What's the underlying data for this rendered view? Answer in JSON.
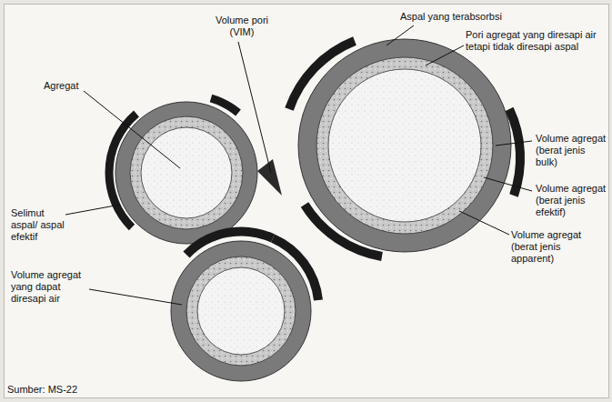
{
  "diagram": {
    "labels": [
      "Volume pori (VIM)",
      "Aspal yang terabsorbsi",
      "Pori agregat yang diresapi air tetapi tidak diresapi aspal",
      "Agregat",
      "Volume agregat (berat jenis bulk)",
      "Volume agregat (berat jenis efektif)",
      "Selimut aspal/ aspal efektif",
      "Volume agregat (berat jenis apparent)",
      "Volume agregat yang dapat diresapi air",
      "Sumber: MS-22"
    ]
  }
}
